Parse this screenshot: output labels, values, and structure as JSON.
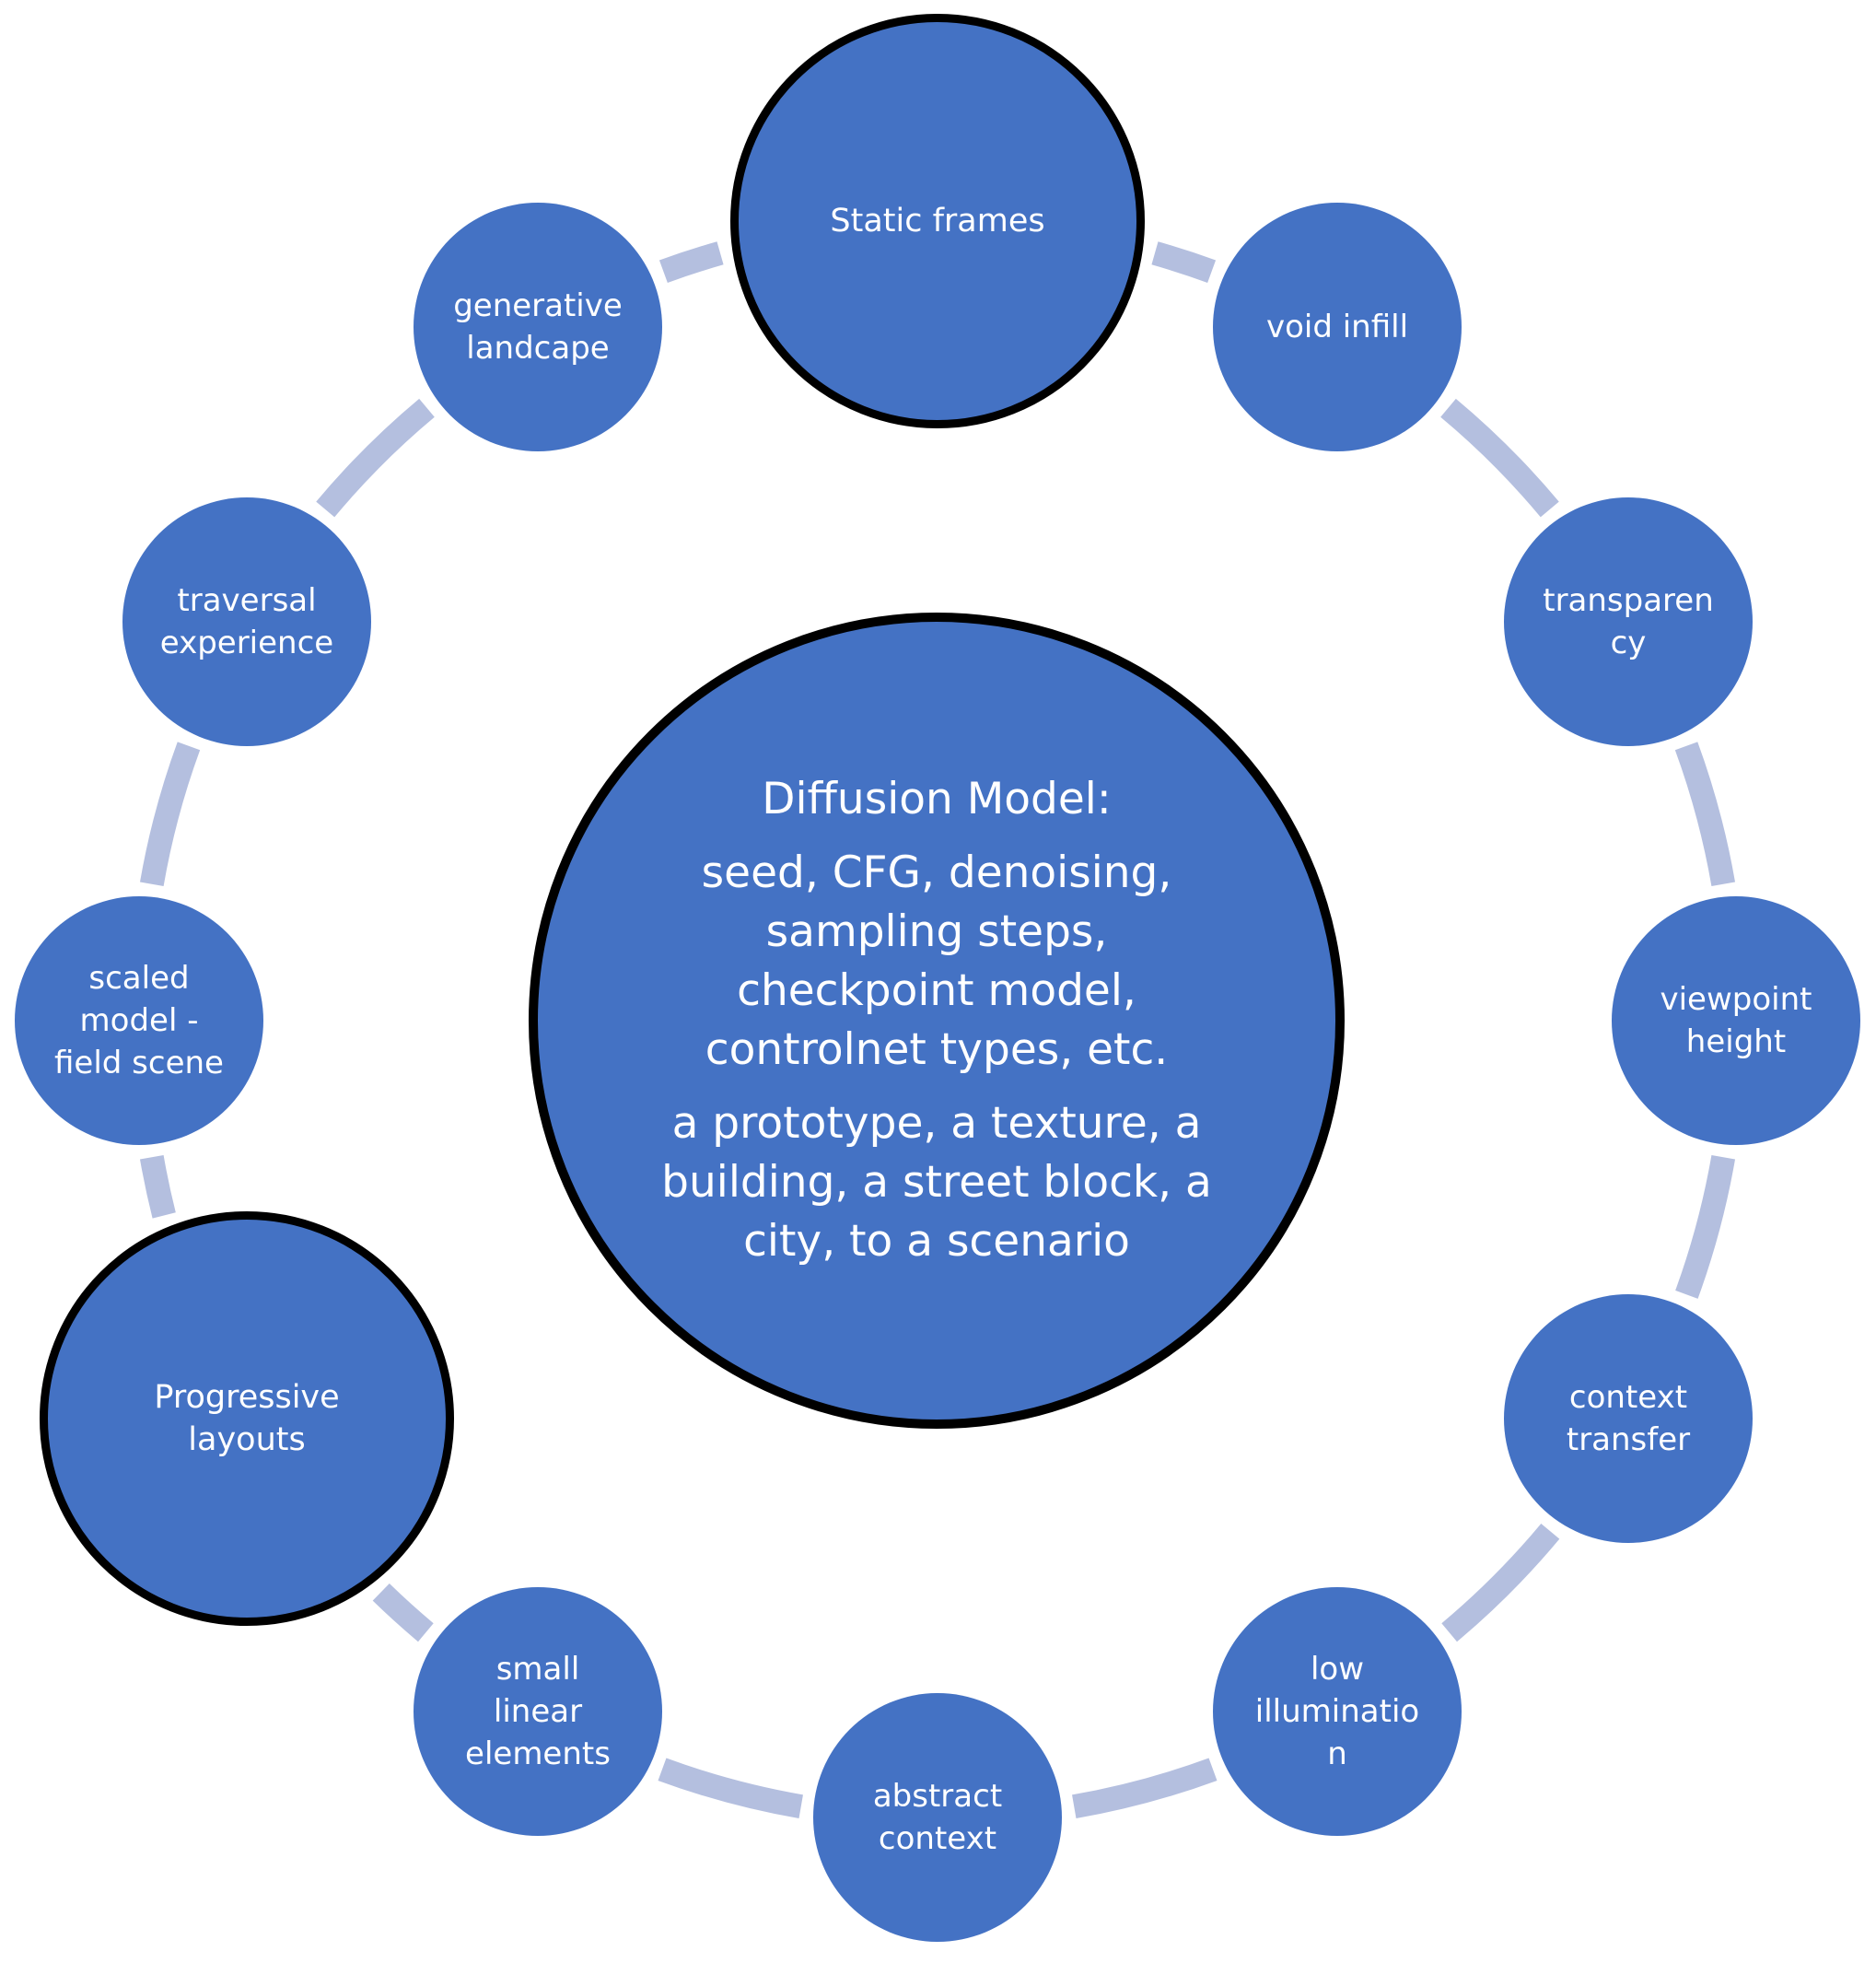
{
  "colors": {
    "node_fill": "#4472C4",
    "connector": "#B4BFDF",
    "emphasis_border": "#000000",
    "text": "#FFFFFF"
  },
  "center": {
    "heading": "Diffusion Model:",
    "parameters": "seed, CFG, denoising,\nsampling steps,\ncheckpoint model,\ncontrolnet types, etc.",
    "scales": "a prototype, a texture, a\nbuilding, a street block, a\ncity, to a scenario"
  },
  "nodes": [
    {
      "id": "static-frames",
      "label": "Static frames",
      "emphasized": true
    },
    {
      "id": "void-infill",
      "label": "void infill",
      "emphasized": false
    },
    {
      "id": "transparency",
      "label": "transparen\ncy",
      "emphasized": false
    },
    {
      "id": "viewpoint-height",
      "label": "viewpoint\nheight",
      "emphasized": false
    },
    {
      "id": "context-transfer",
      "label": "context\ntransfer",
      "emphasized": false
    },
    {
      "id": "low-illumination",
      "label": "low\nilluminatio\nn",
      "emphasized": false
    },
    {
      "id": "abstract-context",
      "label": "abstract\ncontext",
      "emphasized": false
    },
    {
      "id": "small-linear-elements",
      "label": "small\nlinear\nelements",
      "emphasized": false
    },
    {
      "id": "progressive-layouts",
      "label": "Progressive\nlayouts",
      "emphasized": true
    },
    {
      "id": "scaled-model-field-scene",
      "label": "scaled\nmodel -\nfield scene",
      "emphasized": false
    },
    {
      "id": "traversal-experience",
      "label": "traversal\nexperience",
      "emphasized": false
    },
    {
      "id": "generative-landcape",
      "label": "generative\nlandcape",
      "emphasized": false
    }
  ]
}
